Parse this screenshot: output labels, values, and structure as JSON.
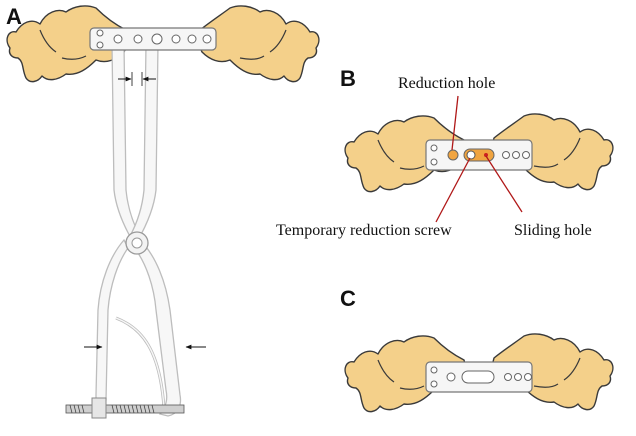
{
  "panels": {
    "a": {
      "letter": "A"
    },
    "b": {
      "letter": "B"
    },
    "c": {
      "letter": "C"
    }
  },
  "labels": {
    "reduction_hole": "Reduction hole",
    "temporary_reduction_screw": "Temporary reduction screw",
    "sliding_hole": "Sliding hole"
  },
  "colors": {
    "bone": "#f4d08a",
    "leader_line": "#b01818",
    "plate": "#f6f6f6",
    "instrument": "#f7f7f7",
    "reduction_hole_fill": "#f0a440"
  }
}
